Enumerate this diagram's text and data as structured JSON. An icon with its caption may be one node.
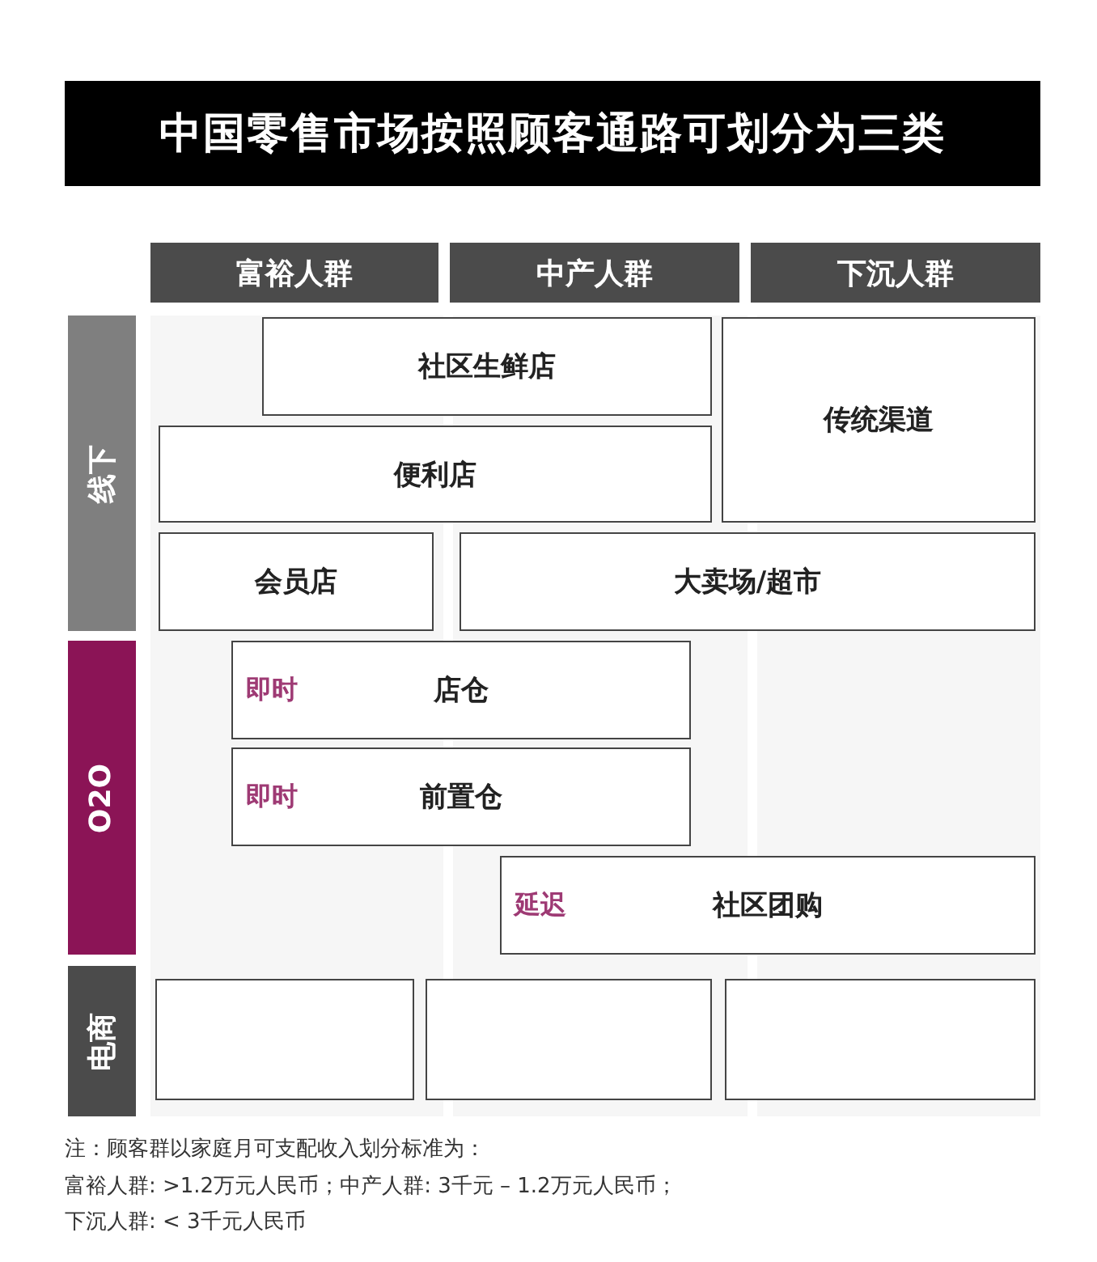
{
  "diagram": {
    "title": "中国零售市场按照顾客通路可划分为三类",
    "nodes": [
      {
        "text": [
          "富裕人群"
        ]
      },
      {
        "text": [
          "中产人群"
        ]
      },
      {
        "text": [
          "下沉人群"
        ]
      },
      {
        "text": [
          "线下"
        ]
      },
      {
        "text": [
          "社区生鲜店"
        ]
      },
      {
        "text": [
          "传统渠道"
        ]
      },
      {
        "text": [
          "便利店"
        ]
      },
      {
        "text": [
          "会员店"
        ]
      },
      {
        "text": [
          "大卖场/超市"
        ]
      },
      {
        "text": [
          "O2O"
        ]
      },
      {
        "text": [
          "即时",
          "店仓"
        ]
      },
      {
        "text": [
          "即时",
          "前置仓"
        ]
      },
      {
        "text": [
          "延迟",
          "社区团购"
        ]
      },
      {
        "text": [
          "电商"
        ]
      },
      {
        "text": [],
        "shape": "box"
      },
      {
        "text": [],
        "shape": "box"
      },
      {
        "text": [],
        "shape": "box"
      }
    ],
    "labels": [
      "注：顾客群以家庭月可支配收入划分标准为：",
      "富裕人群: >1.2万元人民币；中产人群: 3千元 – 1.2万元人民币；",
      "下沉人群: < 3千元人民币"
    ]
  }
}
